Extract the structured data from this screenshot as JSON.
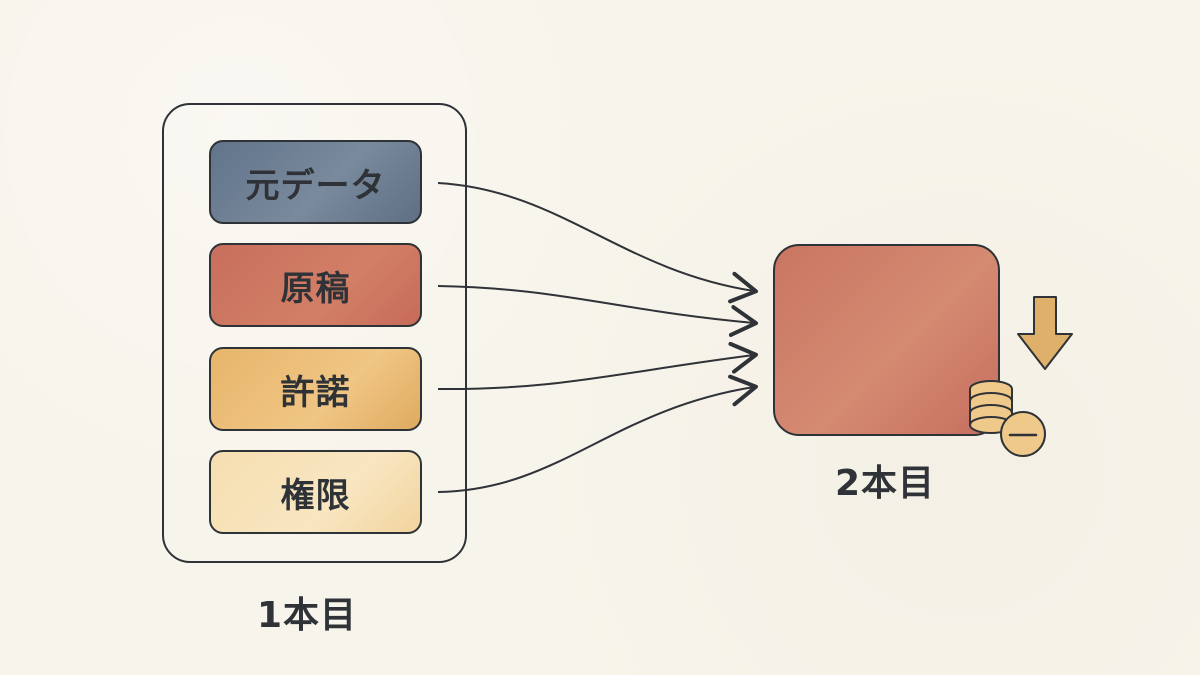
{
  "diagram": {
    "left_group_label": "1本目",
    "right_group_label": "2本目",
    "items": [
      {
        "label": "元データ",
        "color": "#6d7f93"
      },
      {
        "label": "原稿",
        "color": "#cc7662"
      },
      {
        "label": "許諾",
        "color": "#ebbb74"
      },
      {
        "label": "権限",
        "color": "#f5ddb0"
      }
    ],
    "target_color": "#cd7d69",
    "icons": {
      "down_arrow": "down-arrow-icon",
      "coins": "coins-icon",
      "minus_coin": "minus-coin-icon"
    },
    "colors": {
      "ink": "#2f3338",
      "background": "#f7f4eb",
      "accent_arrow": "#dfb06a",
      "coin": "#efc98a"
    }
  }
}
